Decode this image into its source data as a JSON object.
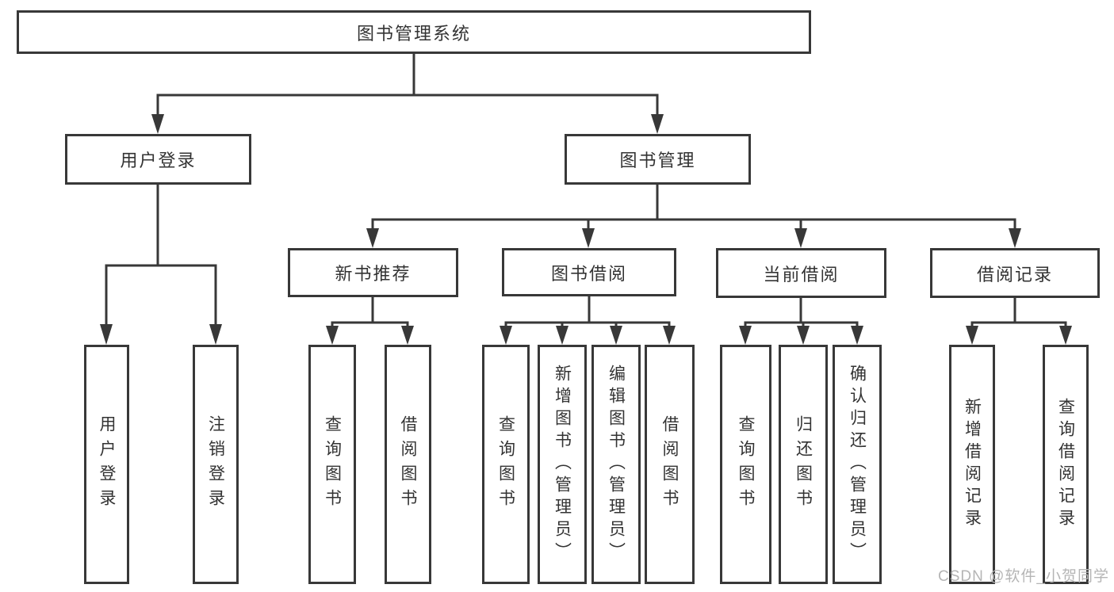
{
  "root": {
    "label": "图书管理系统"
  },
  "branches": [
    {
      "label": "用户登录",
      "children": [
        {
          "label": "用户登录"
        },
        {
          "label": "注销登录"
        }
      ]
    },
    {
      "label": "图书管理",
      "children": [
        {
          "label": "新书推荐",
          "children": [
            {
              "label": "查询图书"
            },
            {
              "label": "借阅图书"
            }
          ]
        },
        {
          "label": "图书借阅",
          "children": [
            {
              "label": "查询图书"
            },
            {
              "label": "新增图书（管理员）"
            },
            {
              "label": "编辑图书（管理员）"
            },
            {
              "label": "借阅图书"
            }
          ]
        },
        {
          "label": "当前借阅",
          "children": [
            {
              "label": "查询图书"
            },
            {
              "label": "归还图书"
            },
            {
              "label": "确认归还（管理员）"
            }
          ]
        },
        {
          "label": "借阅记录",
          "children": [
            {
              "label": "新增借阅记录"
            },
            {
              "label": "查询借阅记录"
            }
          ]
        }
      ]
    }
  ],
  "watermark": {
    "text": "CSDN @软件_小贺同学"
  },
  "colors": {
    "line": "#383838",
    "text": "#333333",
    "watermark": "#b5b5b5",
    "background": "#ffffff"
  }
}
